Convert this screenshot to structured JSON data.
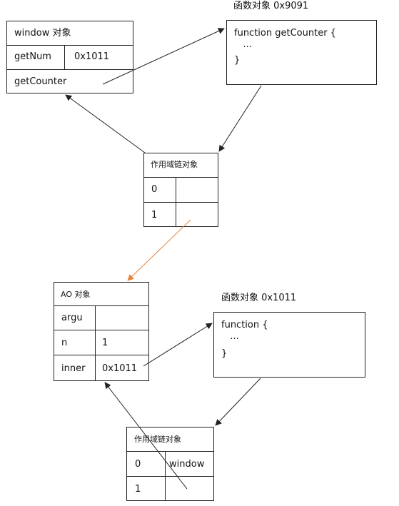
{
  "window_obj": {
    "title": "window 对象",
    "rows": [
      {
        "key": "getNum",
        "value": "0x1011"
      },
      {
        "key": "getCounter",
        "value": ""
      }
    ]
  },
  "func_top": {
    "caption": "函数对象 0x9091",
    "lines": [
      "function getCounter {",
      "   ...",
      "}"
    ]
  },
  "scope_top": {
    "title": "作用域链对象",
    "rows": [
      {
        "index": "0",
        "value": ""
      },
      {
        "index": "1",
        "value": ""
      }
    ]
  },
  "ao_obj": {
    "title": "AO 对象",
    "rows": [
      {
        "key": "argu",
        "value": ""
      },
      {
        "key": "n",
        "value": "1"
      },
      {
        "key": "inner",
        "value": "0x1011"
      }
    ]
  },
  "func_bottom": {
    "caption": "函数对象 0x1011",
    "lines": [
      "function {",
      "   ...",
      "}"
    ]
  },
  "scope_bottom": {
    "title": "作用域链对象",
    "rows": [
      {
        "index": "0",
        "value": "window"
      },
      {
        "index": "1",
        "value": ""
      }
    ]
  },
  "colors": {
    "line": "#222222",
    "orange_arrow": "#e8823a"
  }
}
